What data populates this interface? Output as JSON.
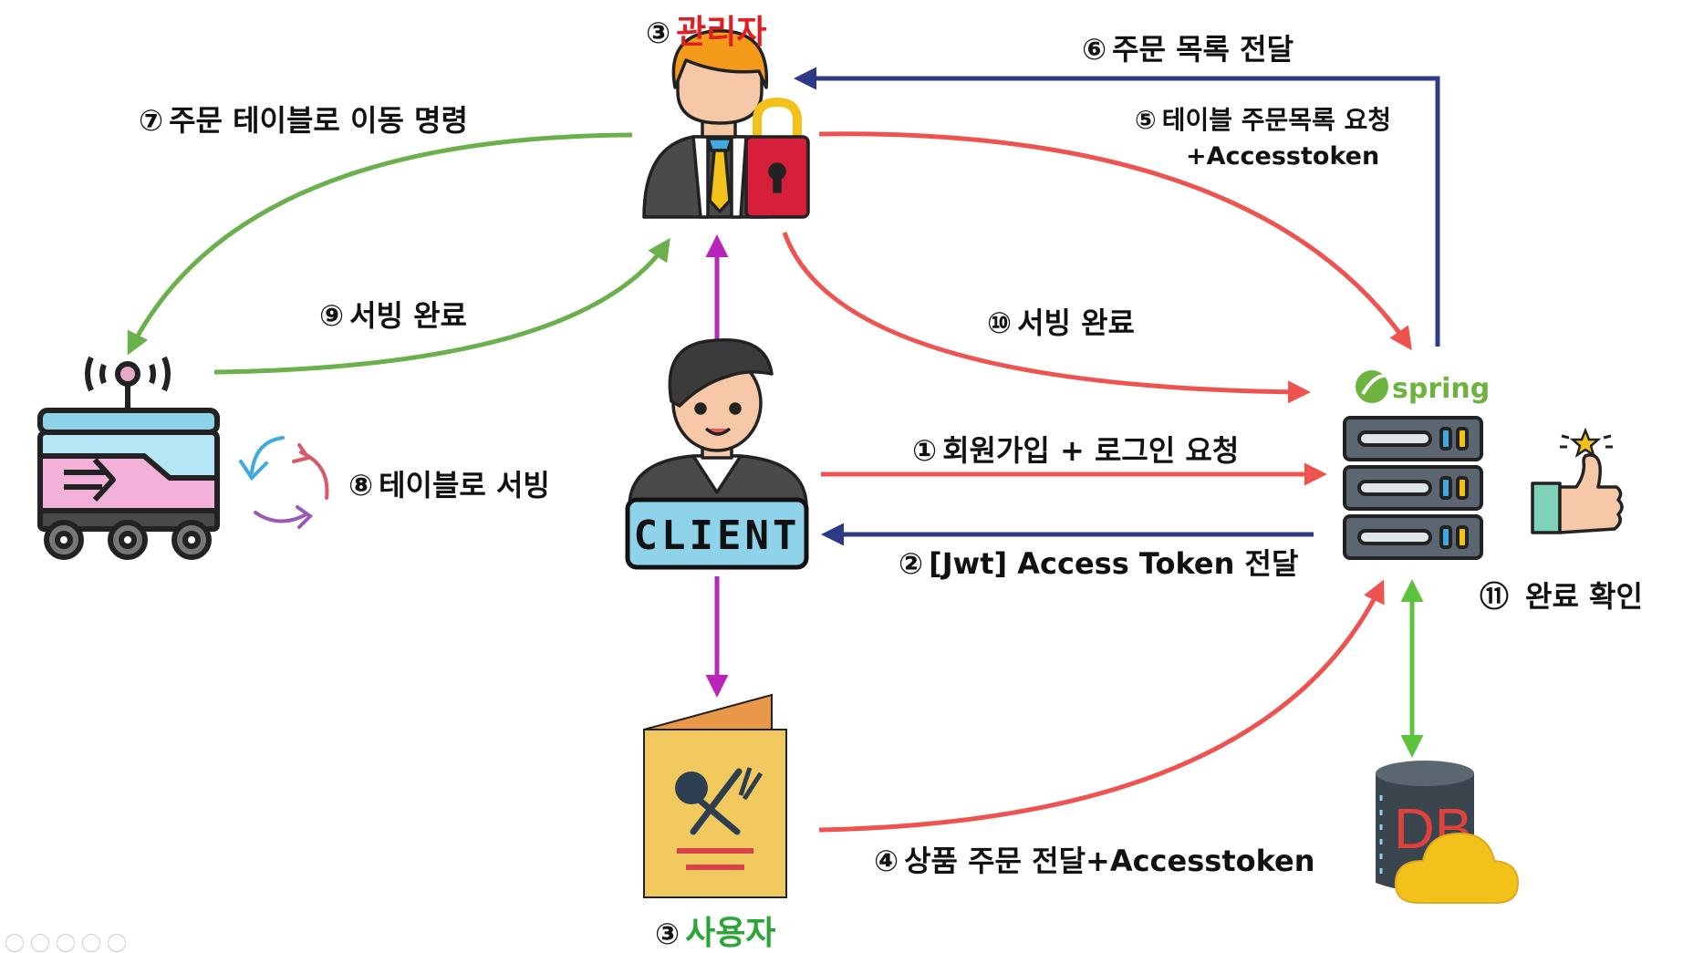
{
  "roles": {
    "admin": {
      "num": "③",
      "name": "관리자",
      "color": "#e02020"
    },
    "user": {
      "num": "③",
      "name": "사용자",
      "color": "#2aa637"
    }
  },
  "nodes": {
    "client_label": "CLIENT",
    "spring_label": "spring",
    "db_label": "DB"
  },
  "steps": {
    "s1": {
      "num": "①",
      "text": "회원가입 + 로그인 요청"
    },
    "s2": {
      "num": "②",
      "text": "[Jwt] Access Token 전달"
    },
    "s4": {
      "num": "④",
      "text": "상품 주문 전달+Accesstoken"
    },
    "s5": {
      "num": "⑤",
      "text": "테이블 주문목록 요청",
      "sub": "+Accesstoken"
    },
    "s6": {
      "num": "⑥",
      "text": "주문 목록 전달"
    },
    "s7": {
      "num": "⑦",
      "text": "주문 테이블로 이동 명령"
    },
    "s8": {
      "num": "⑧",
      "text": "테이블로 서빙"
    },
    "s9": {
      "num": "⑨",
      "text": "서빙 완료"
    },
    "s10": {
      "num": "⑩",
      "text": "서빙 완료"
    },
    "s11": {
      "num": "⑪",
      "text": "완료 확인"
    }
  },
  "colors": {
    "red_arrow": "#ef5350",
    "navy_arrow": "#2e3a87",
    "green_arrow": "#6ab04c",
    "purple_arrow": "#b825b8",
    "db_arrow": "#5cc43c"
  }
}
